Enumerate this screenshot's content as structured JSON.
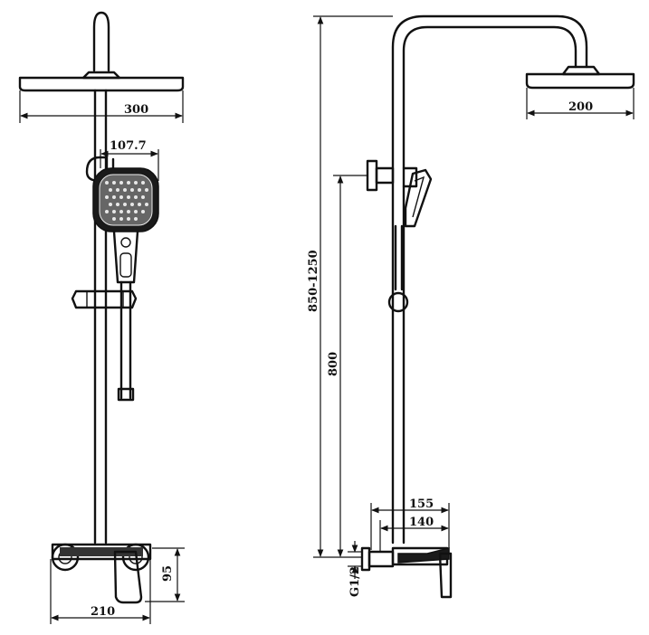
{
  "dimensions": {
    "head_width_front": "300",
    "handset_offset": "107.7",
    "mixer_width": "210",
    "mixer_height": "95",
    "head_width_side": "200",
    "total_height": "850-1250",
    "slide_height": "800",
    "mixer_depth_outer": "155",
    "mixer_depth_inner": "140",
    "inlet_thread": "G1/2"
  }
}
